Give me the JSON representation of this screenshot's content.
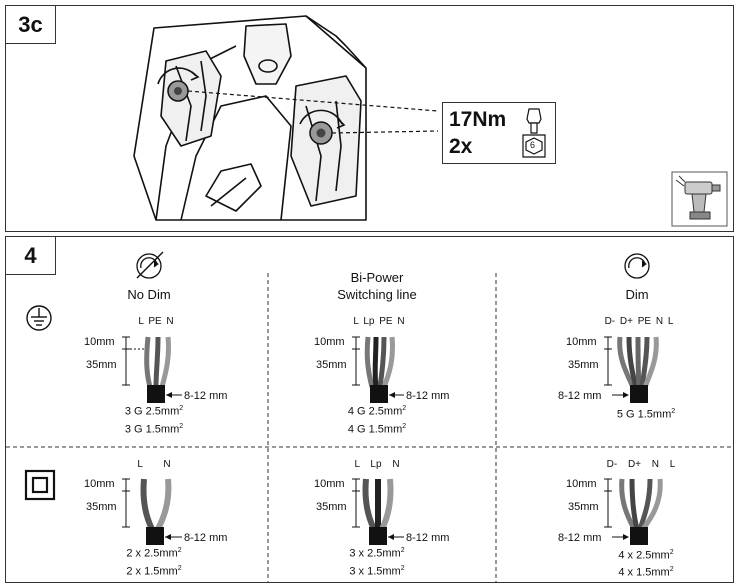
{
  "steps": {
    "step_3c": {
      "label": "3c",
      "torque": "17Nm",
      "quantity": "2x",
      "bit_size": "6"
    },
    "step_4": {
      "label": "4",
      "columns": [
        {
          "title_1": "No Dim",
          "title_2": "",
          "icon": "no-dim-icon"
        },
        {
          "title_1": "Bi-Power",
          "title_2": "Switching line",
          "icon": ""
        },
        {
          "title_1": "Dim",
          "title_2": "",
          "icon": "dim-icon"
        }
      ],
      "rows": [
        {
          "icon": "earth-ground-icon",
          "cells": [
            {
              "wires": "L PE N",
              "strip_a": "10mm",
              "strip_b": "35mm",
              "sheath": "8-12 mm",
              "spec_1": "3 G 2.5mm",
              "spec_2": "3 G 1.5mm"
            },
            {
              "wires": "L Lp PE N",
              "strip_a": "10mm",
              "strip_b": "35mm",
              "sheath": "8-12 mm",
              "spec_1": "4 G 2.5mm",
              "spec_2": "4 G 1.5mm"
            },
            {
              "wires": "D- D+ PE N L",
              "strip_a": "10mm",
              "strip_b": "35mm",
              "sheath": "8-12 mm",
              "spec_1": "5 G 1.5mm",
              "spec_2": ""
            }
          ]
        },
        {
          "icon": "double-insulation-icon",
          "cells": [
            {
              "wires": "L N",
              "strip_a": "10mm",
              "strip_b": "35mm",
              "sheath": "8-12 mm",
              "spec_1": "2 x 2.5mm",
              "spec_2": "2 x 1.5mm"
            },
            {
              "wires": "L Lp N",
              "strip_a": "10mm",
              "strip_b": "35mm",
              "sheath": "8-12 mm",
              "spec_1": "3 x 2.5mm",
              "spec_2": "3 x 1.5mm"
            },
            {
              "wires": "D- D+ N L",
              "strip_a": "10mm",
              "strip_b": "35mm",
              "sheath": "8-12 mm",
              "spec_1": "4 x 2.5mm",
              "spec_2": "4 x 1.5mm"
            }
          ]
        }
      ],
      "superscript": "2"
    }
  }
}
